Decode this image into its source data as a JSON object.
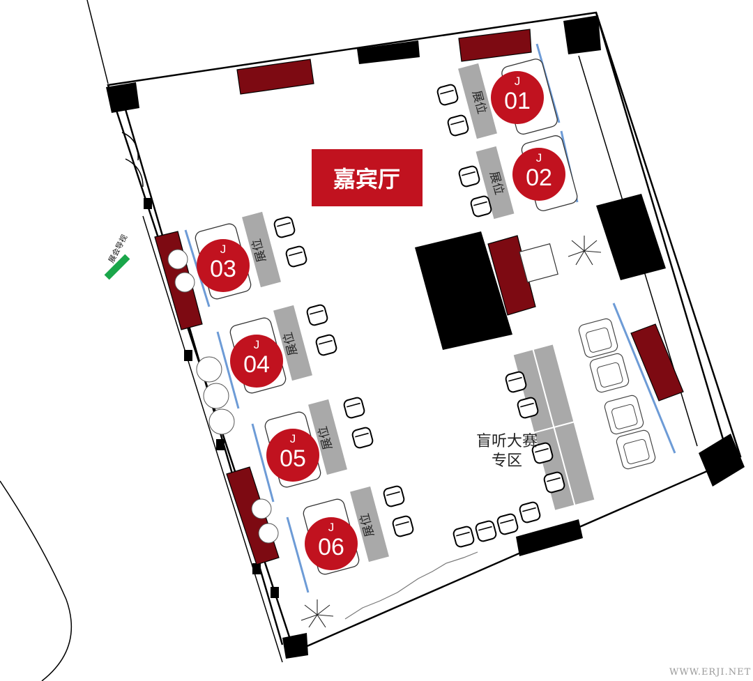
{
  "hall": {
    "label": "嘉宾厅"
  },
  "booths": [
    {
      "prefix": "J",
      "number": "01",
      "counter_label": "展位"
    },
    {
      "prefix": "J",
      "number": "02",
      "counter_label": "展位"
    },
    {
      "prefix": "J",
      "number": "03",
      "counter_label": "展位"
    },
    {
      "prefix": "J",
      "number": "04",
      "counter_label": "展位"
    },
    {
      "prefix": "J",
      "number": "05",
      "counter_label": "展位"
    },
    {
      "prefix": "J",
      "number": "06",
      "counter_label": "展位"
    }
  ],
  "zone": {
    "line1": "盲听大赛",
    "line2": "专区"
  },
  "guide": {
    "label": "展会导视"
  },
  "watermark": "WWW.ERJI.NET",
  "colors": {
    "booth_red": "#c1121f",
    "dark_red": "#7d0a12",
    "counter_gray": "#a9a9a9",
    "guide_green": "#1aa64a",
    "partition_blue": "#6d9bd6"
  }
}
